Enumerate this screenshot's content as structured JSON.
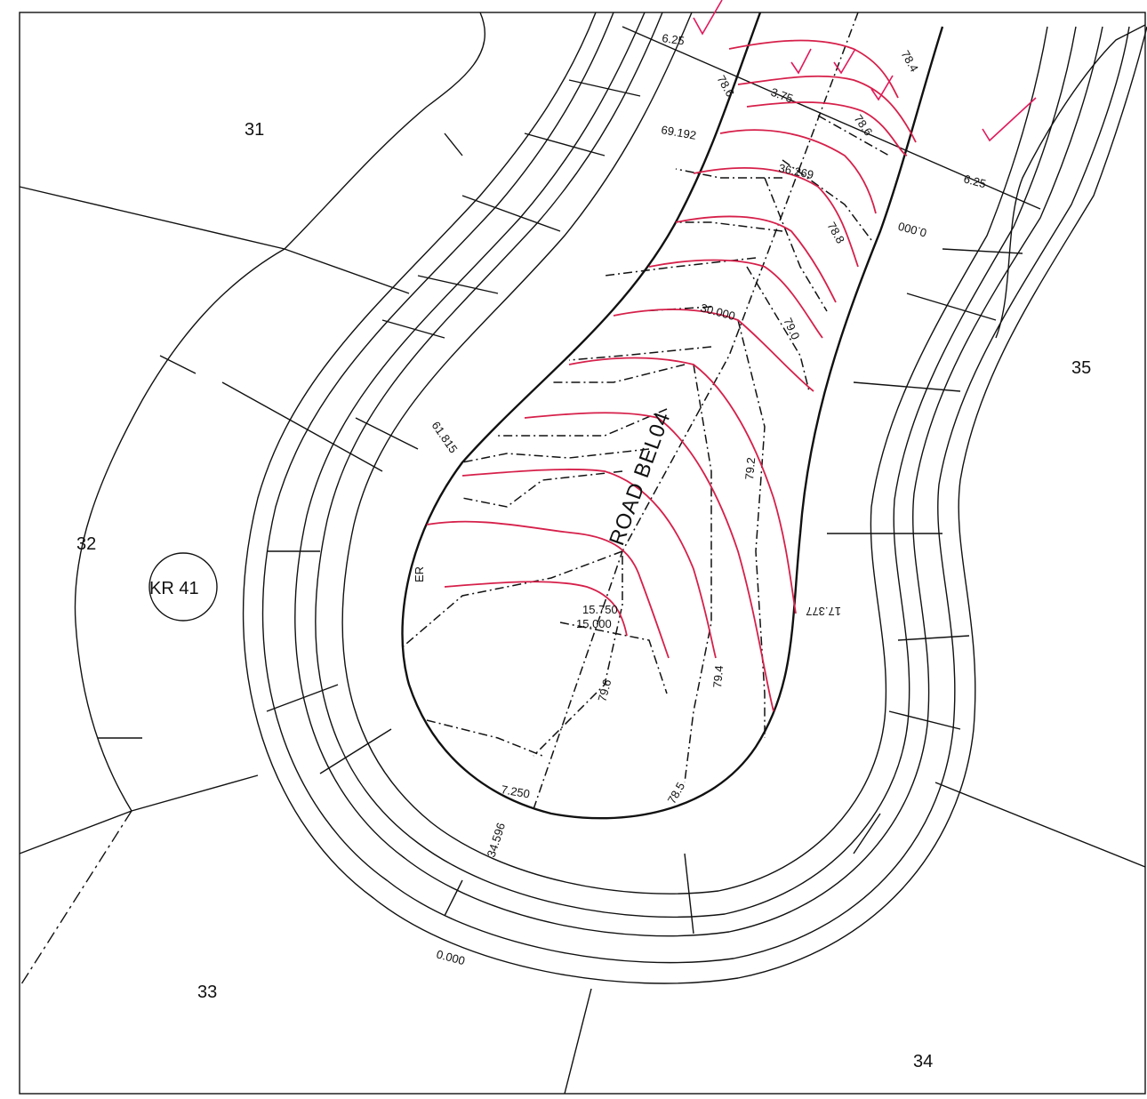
{
  "lots": {
    "lot31": "31",
    "lot32": "32",
    "lot33": "33",
    "lot34": "34",
    "lot35": "35"
  },
  "road": {
    "name": "ROAD BEL04",
    "edge_label": "ER"
  },
  "marker": {
    "label": "KR 41"
  },
  "chainages": {
    "c69_192": "69.192",
    "c61_815": "61.815",
    "c36_269": "36.269",
    "c30_000": "30.000",
    "c17_377": "17.377",
    "c15_750": "15.750",
    "c15_000": "15.000",
    "c7_250": "7.250",
    "c34_596": "34.596",
    "c0_000a": "0.000",
    "c0_000b": "0.000"
  },
  "widths": {
    "w1": "6.25",
    "w2": "3.75",
    "w3": "6.25"
  },
  "contours": {
    "e78_4": "78.4",
    "e78_6": "78.6",
    "e78_8": "78.8",
    "e79_0": "79.0",
    "e79_2": "79.2",
    "e79_4": "79.4",
    "e79_6": "79.6",
    "e78_5": "78.5",
    "e78_6b": "78.6"
  },
  "colors": {
    "linework": "#111111",
    "contour_red": "#d6204a",
    "check_marks": "#e2185b"
  }
}
